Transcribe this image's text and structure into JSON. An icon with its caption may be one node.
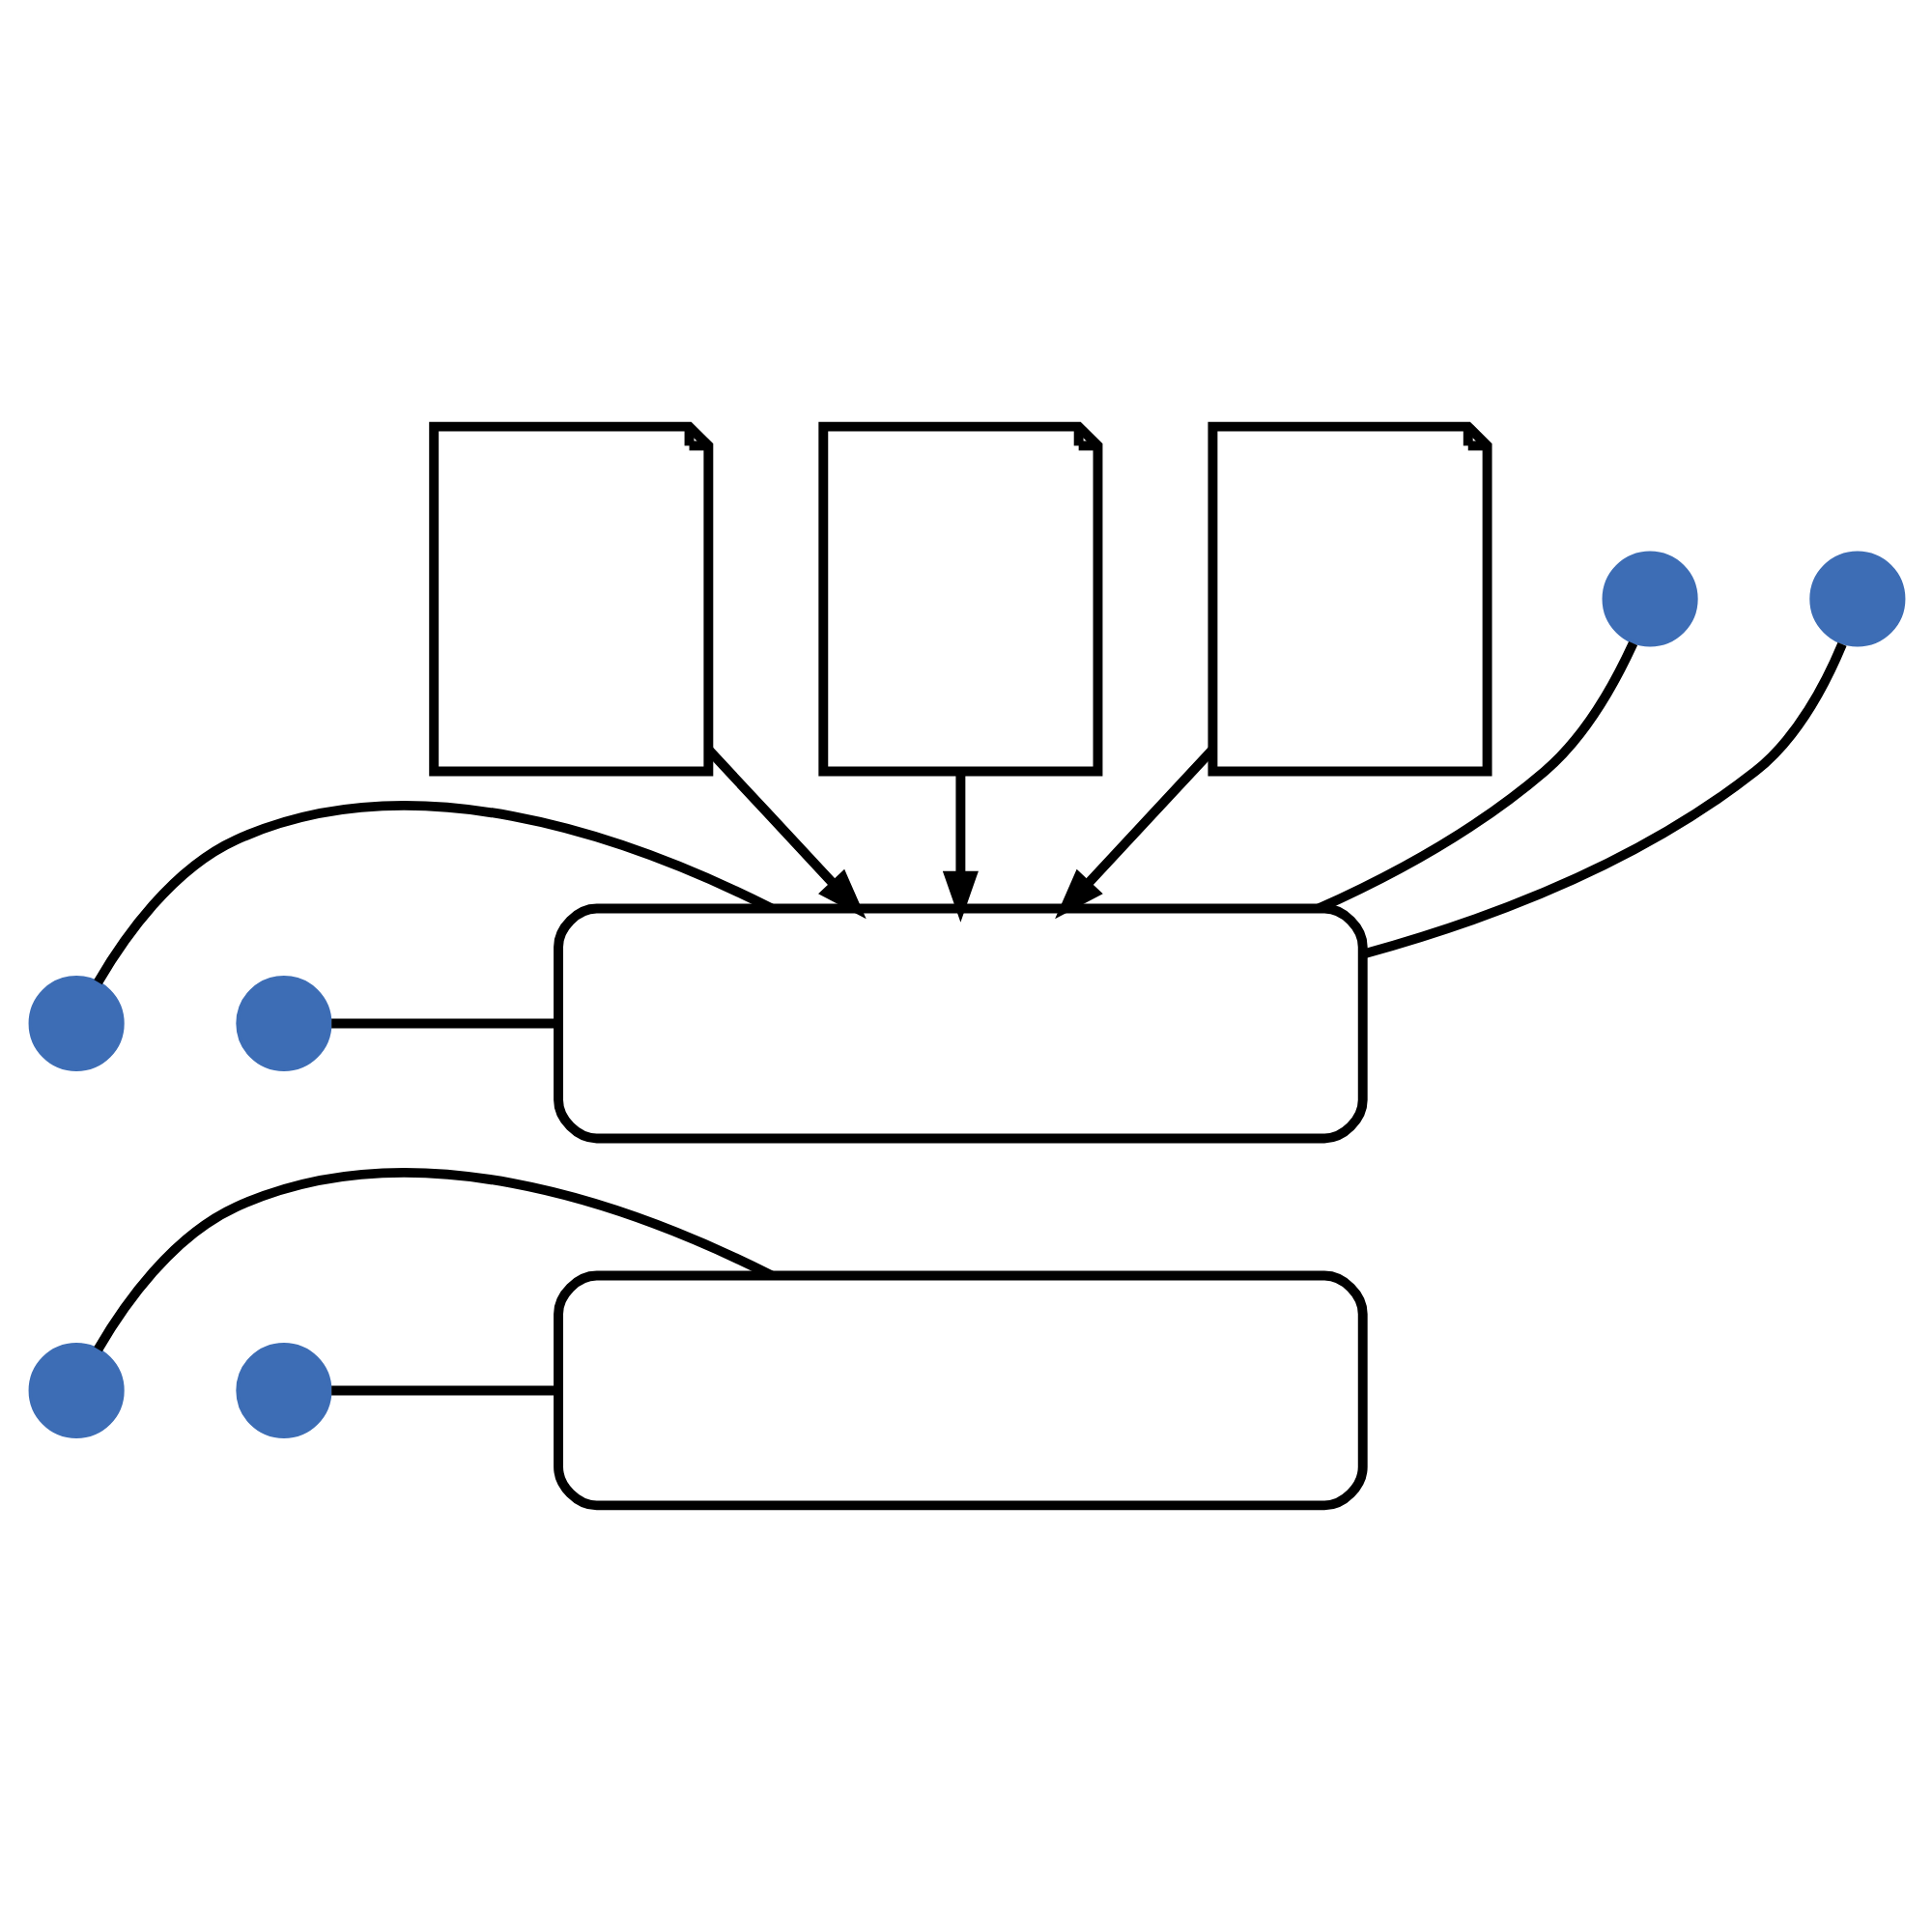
{
  "diagram": {
    "nodes": [
      {
        "text": [],
        "shape": "document"
      },
      {
        "text": [],
        "shape": "document"
      },
      {
        "text": [],
        "shape": "document"
      },
      {
        "text": [],
        "shape": "circle"
      },
      {
        "text": [],
        "shape": "box"
      },
      {
        "text": [],
        "shape": "circle"
      },
      {
        "text": [],
        "shape": "circle"
      },
      {
        "text": [],
        "shape": "circle"
      },
      {
        "text": [],
        "shape": "circle"
      },
      {
        "text": [],
        "shape": "box"
      },
      {
        "text": [],
        "shape": "circle"
      }
    ],
    "edges": [
      {
        "from": 0,
        "to": 4,
        "arrow": "to"
      },
      {
        "from": 1,
        "to": 4,
        "arrow": "to"
      },
      {
        "from": 2,
        "to": 4,
        "arrow": "to"
      },
      {
        "from": 3,
        "to": 4,
        "arrow": "none"
      },
      {
        "from": 5,
        "to": 4,
        "arrow": "none"
      },
      {
        "from": 6,
        "to": 4,
        "arrow": "none"
      },
      {
        "from": 7,
        "to": 4,
        "arrow": "none"
      },
      {
        "from": 8,
        "to": 9,
        "arrow": "none"
      },
      {
        "from": 10,
        "to": 9,
        "arrow": "none"
      }
    ]
  }
}
